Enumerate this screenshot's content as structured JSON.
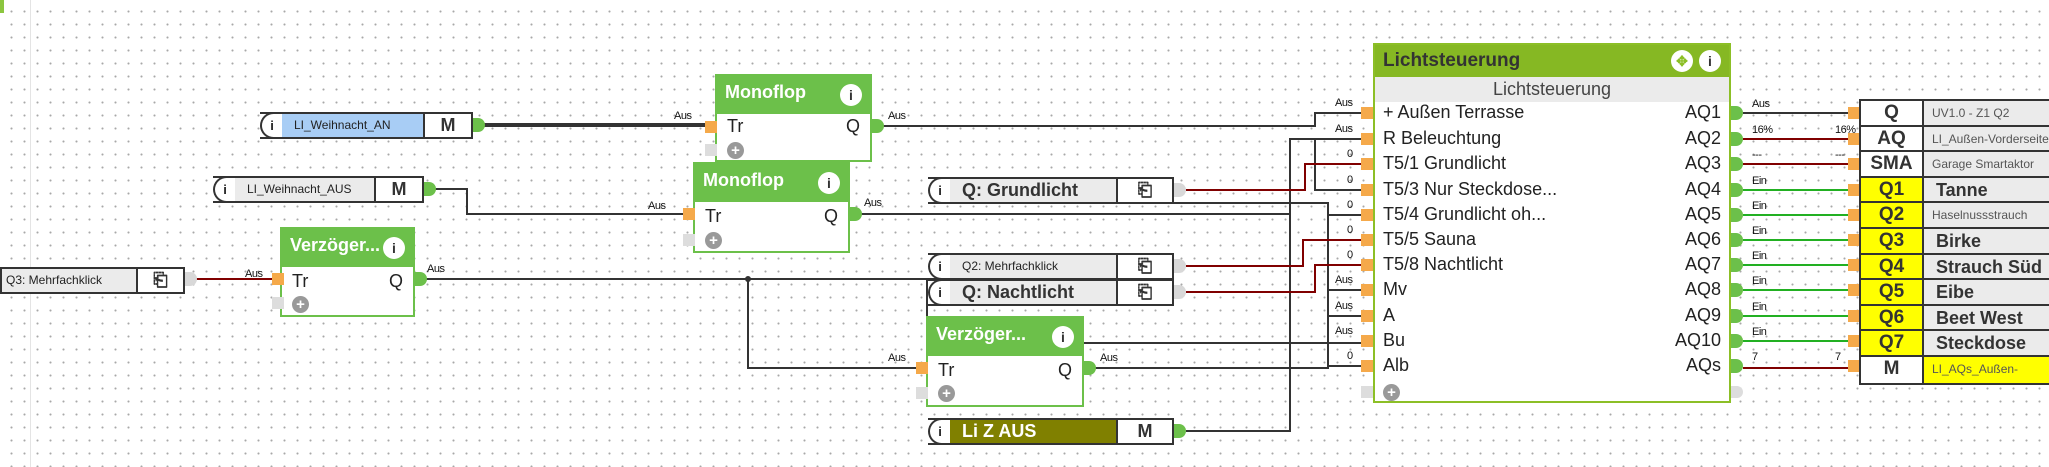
{
  "colors": {
    "block_green": "#6cc04a",
    "main_block": "#86b823",
    "wire_dark": "#333333",
    "wire_red": "#800000",
    "wire_green": "#22b022",
    "input_pin": "#f5a94a",
    "highlight_yellow": "#ffff00",
    "olive": "#808000",
    "selected_blue": "#a8cdf5"
  },
  "refs": {
    "weihnacht_an": {
      "label": "LI_Weihnacht_AN",
      "type": "M"
    },
    "weihnacht_aus": {
      "label": "LI_Weihnacht_AUS",
      "type": "M"
    },
    "q3_mehrfach": {
      "label": "Q3: Mehrfachklick"
    },
    "grundlicht": {
      "label": "Q: Grundlicht"
    },
    "q2_mehrfach": {
      "label": "Q2: Mehrfachklick"
    },
    "nachtlicht": {
      "label": "Q: Nachtlicht"
    },
    "li_z_aus": {
      "label": "Li Z AUS",
      "type": "M"
    },
    "info": "i"
  },
  "blocks": {
    "monoflop1": {
      "title": "Monoflop",
      "in": "Tr",
      "out": "Q"
    },
    "monoflop2": {
      "title": "Monoflop",
      "in": "Tr",
      "out": "Q"
    },
    "verz1": {
      "title": "Verzöger...",
      "in": "Tr",
      "out": "Q"
    },
    "verz2": {
      "title": "Verzöger...",
      "in": "Tr",
      "out": "Q"
    }
  },
  "lichtsteuerung": {
    "title": "Lichtsteuerung",
    "subtitle": "Lichtsteuerung",
    "inputs": [
      "+",
      "R",
      "T5/1 Grundlicht",
      "T5/3 Nur Steckdose...",
      "T5/4 Grundlicht oh...",
      "T5/5 Sauna",
      "T5/8 Nachtlicht",
      "Mv",
      "A",
      "Bu",
      "Alb"
    ],
    "descriptions": [
      "Außen Terrasse",
      "Beleuchtung"
    ],
    "outputs": [
      "AQ1",
      "AQ2",
      "AQ3",
      "AQ4",
      "AQ5",
      "AQ6",
      "AQ7",
      "AQ8",
      "AQ9",
      "AQ10",
      "AQs"
    ],
    "input_values": [
      "Aus",
      "Aus",
      "0",
      "0",
      "0",
      "0",
      "0",
      "Aus",
      "Aus",
      "Aus",
      "0"
    ]
  },
  "wire_labels": {
    "aus": "Aus",
    "pct": "16%",
    "dash": "---",
    "ein": "Ein",
    "seven": "7"
  },
  "outputs_table": [
    {
      "code": "Q",
      "label": "UV1.0 - Z1 Q2"
    },
    {
      "code": "AQ",
      "label": "LI_Außen-Vorderseite"
    },
    {
      "code": "SMA",
      "label": "Garage Smartaktor"
    },
    {
      "code": "Q1",
      "label": "Tanne"
    },
    {
      "code": "Q2",
      "label": "Haselnussstrauch"
    },
    {
      "code": "Q3",
      "label": "Birke"
    },
    {
      "code": "Q4",
      "label": "Strauch Süd"
    },
    {
      "code": "Q5",
      "label": "Eibe"
    },
    {
      "code": "Q6",
      "label": "Beet West"
    },
    {
      "code": "Q7",
      "label": "Steckdose"
    },
    {
      "code": "M",
      "label": "LI_AQs_Außen-"
    }
  ]
}
